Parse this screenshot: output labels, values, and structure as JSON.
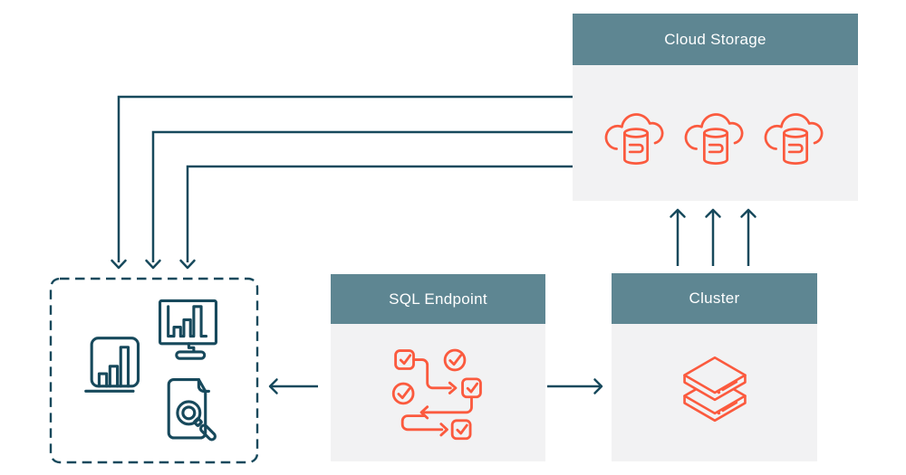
{
  "colors": {
    "header_teal": "#5e8692",
    "body_gray": "#f2f2f3",
    "accent_orange": "#fb5a3e",
    "line_teal": "#17495c",
    "header_text": "#ffffff",
    "background": "#ffffff"
  },
  "nodes": {
    "cloud_storage": {
      "label": "Cloud Storage",
      "icon": "cloud-database-icon",
      "icon_count": 3
    },
    "sql_endpoint": {
      "label": "SQL Endpoint",
      "icon": "workflow-checklist-icon"
    },
    "cluster": {
      "label": "Cluster",
      "icon": "stacked-data-layers-icon"
    },
    "analytics_zone": {
      "style": "dashed-outline",
      "icons": [
        "bar-chart-icon",
        "monitor-bar-chart-icon",
        "document-magnifier-icon"
      ]
    }
  },
  "connections": [
    {
      "from": "cloud_storage",
      "to": "analytics_zone",
      "style": "elbow",
      "count": 3,
      "direction": "down"
    },
    {
      "from": "cluster",
      "to": "cloud_storage",
      "style": "straight",
      "count": 3,
      "direction": "up"
    },
    {
      "from": "sql_endpoint",
      "to": "analytics_zone",
      "style": "straight",
      "count": 1,
      "direction": "left"
    },
    {
      "from": "sql_endpoint",
      "to": "cluster",
      "style": "straight",
      "count": 1,
      "direction": "right"
    }
  ]
}
